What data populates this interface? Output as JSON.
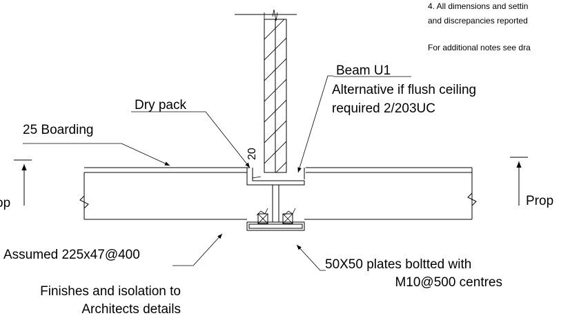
{
  "notes": {
    "line1": "4. All dimensions and settin",
    "line2": "and discrepancies reported",
    "line3": "For additional notes see dra"
  },
  "labels": {
    "beam": "Beam U1",
    "alternative": "Alternative if flush ceiling",
    "required": "required  2/203UC",
    "dry_pack": "Dry pack",
    "boarding": "25 Boarding",
    "dimension": "20",
    "prop_left": "op",
    "prop_right": "Prop",
    "assumed": "Assumed 225x47@400",
    "plates1": "50X50 plates boltted with",
    "plates2": "M10@500 centres",
    "finishes1": "Finishes and isolation to",
    "finishes2": "Architects details"
  }
}
